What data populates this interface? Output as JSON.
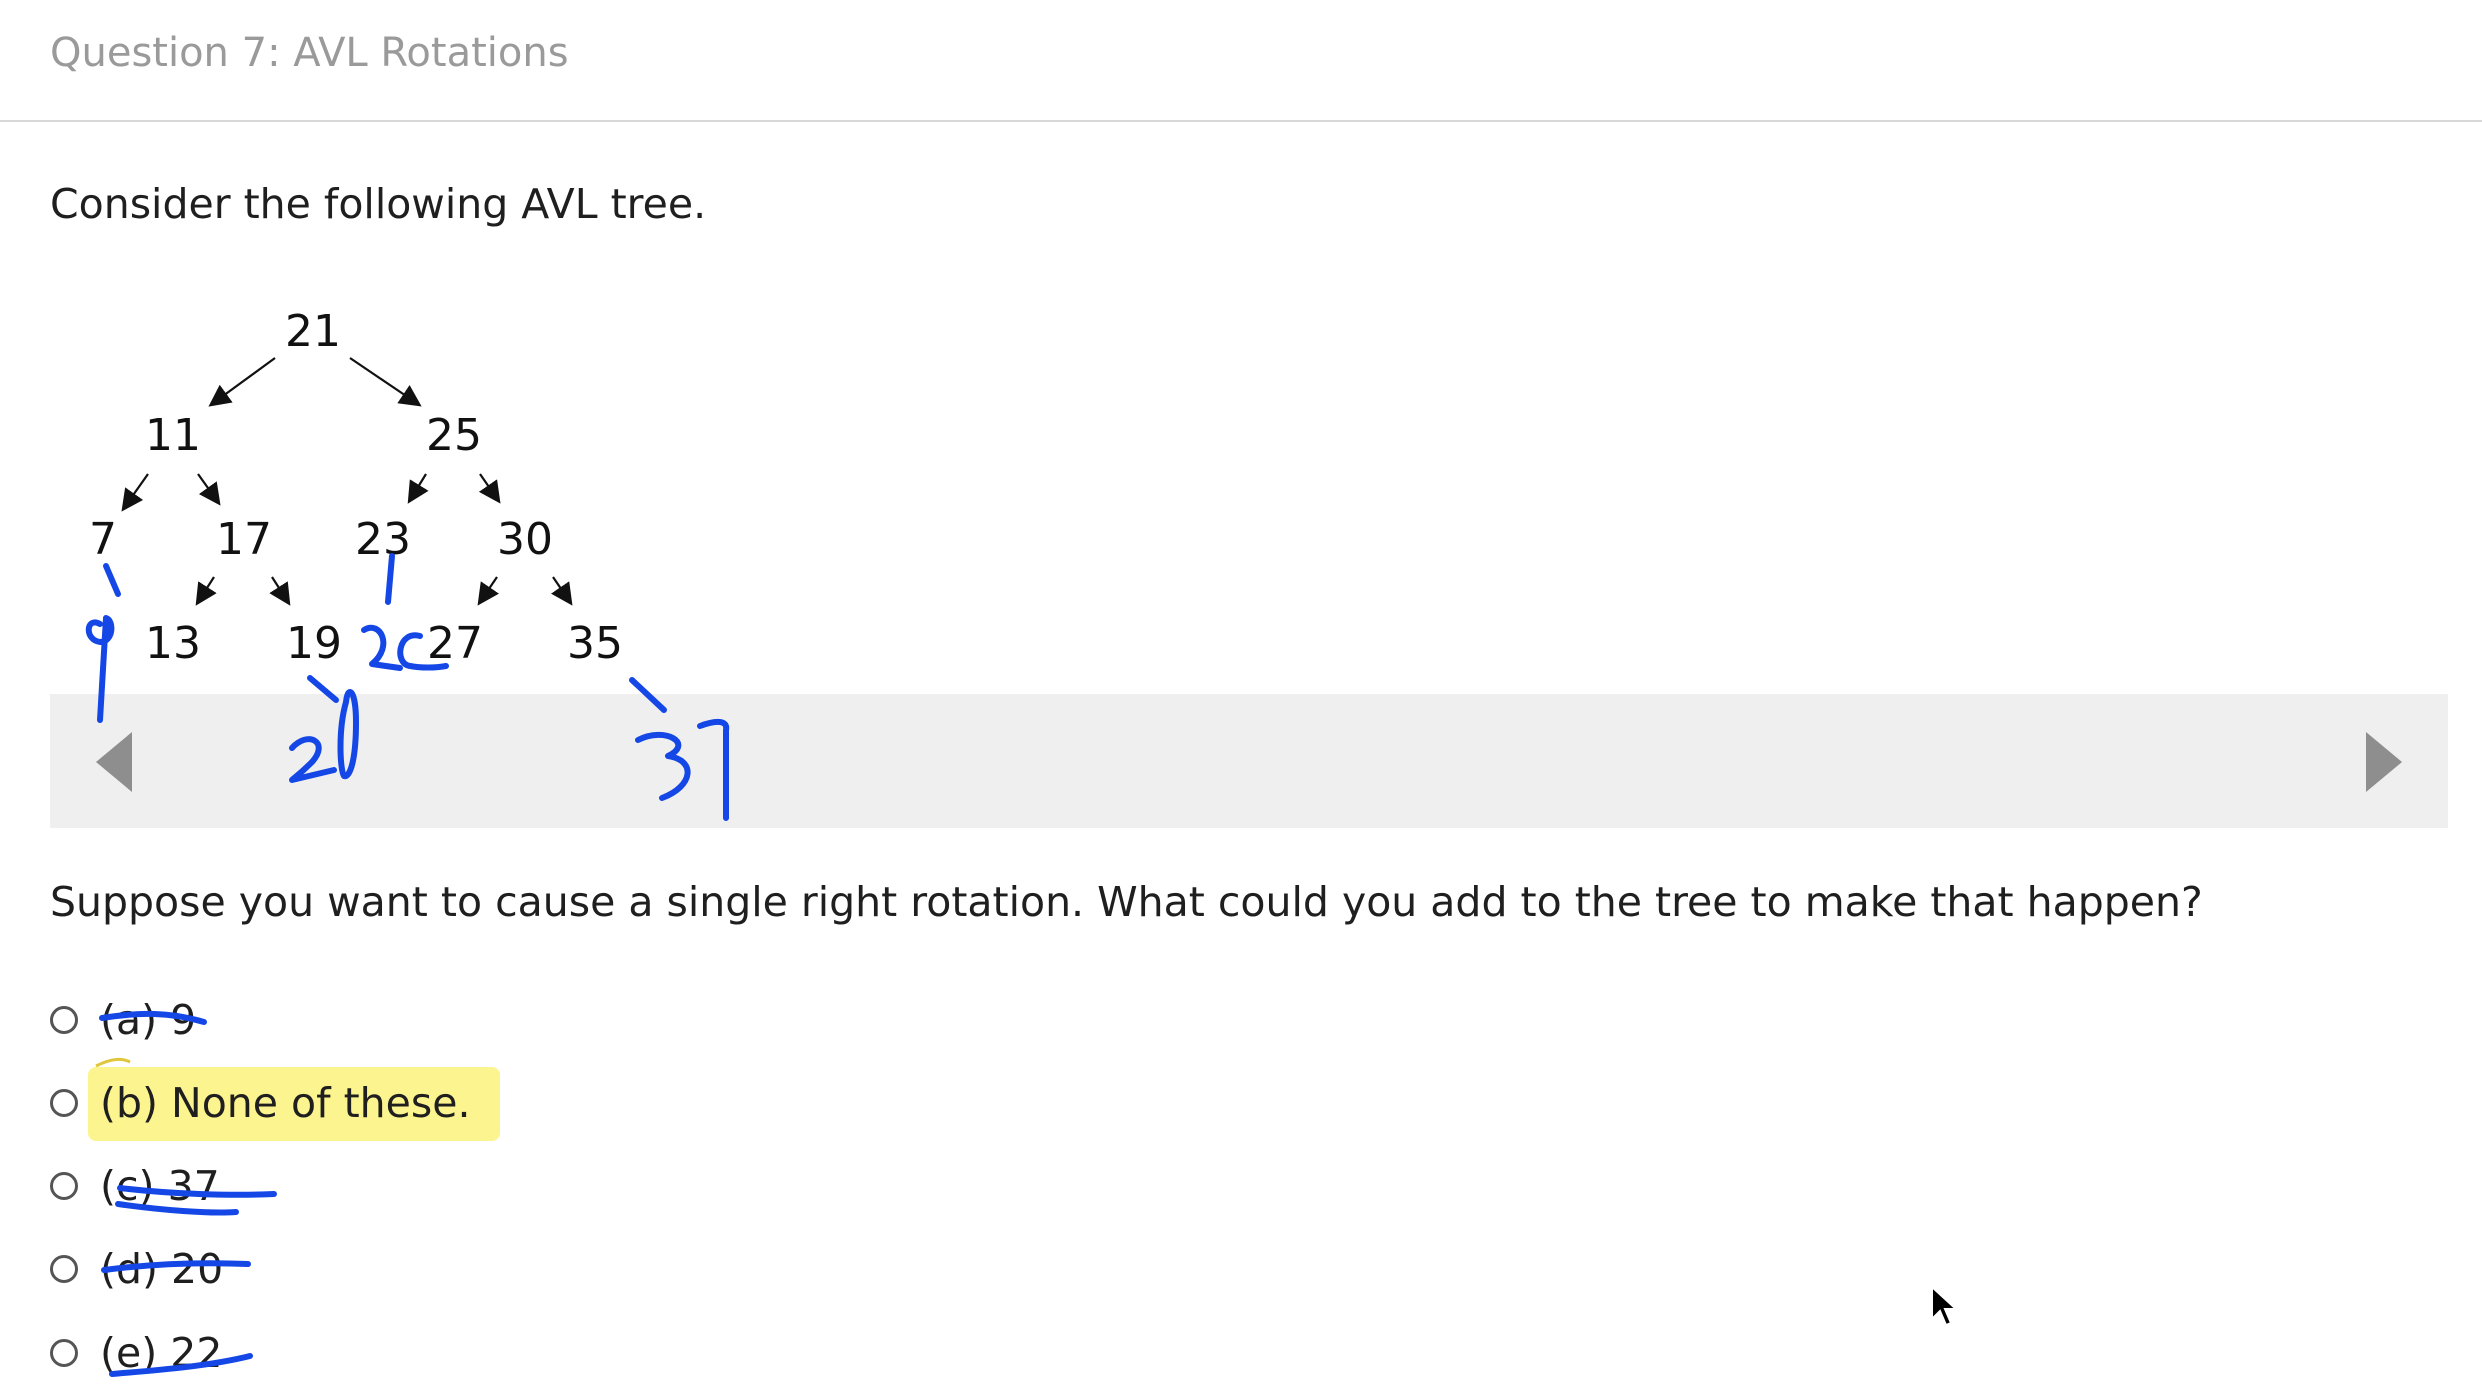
{
  "header": {
    "title": "Question 7: AVL Rotations"
  },
  "intro_text": "Consider the following AVL tree.",
  "tree": {
    "nodes": {
      "root": "21",
      "n11": "11",
      "n25": "25",
      "n7": "7",
      "n17": "17",
      "n23": "23",
      "n30": "30",
      "n13": "13",
      "n19": "19",
      "n27": "27",
      "n35": "35"
    },
    "annotations": {
      "under_7": "9",
      "under_23": "22",
      "under_19": "20",
      "under_35": "37"
    }
  },
  "navigation": {
    "prev_icon": "triangle-left-icon",
    "next_icon": "triangle-right-icon",
    "color": "#8e8e8e"
  },
  "question_text": "Suppose you want to cause a single right rotation. What could you add to the tree to make that happen?",
  "options": [
    {
      "label": "(a) 9",
      "status": "crossed-out"
    },
    {
      "label": "(b) None of these.",
      "status": "highlighted"
    },
    {
      "label": "(c) 37",
      "status": "crossed-out"
    },
    {
      "label": "(d) 20",
      "status": "crossed-out"
    },
    {
      "label": "(e) 22",
      "status": "crossed-out"
    }
  ],
  "colors": {
    "ink": "#1447e6",
    "highlight": "#fbf27a",
    "header_text": "#9a9a9a"
  }
}
